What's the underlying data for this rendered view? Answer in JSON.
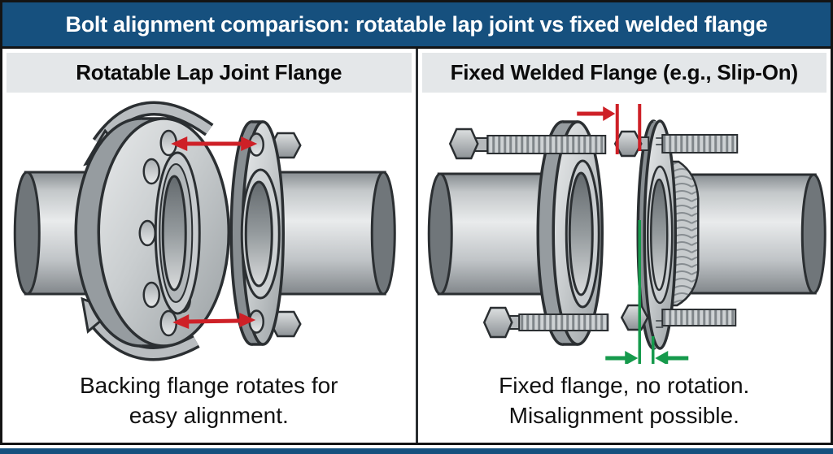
{
  "header": {
    "title": "Bolt alignment comparison: rotatable lap joint vs fixed welded flange"
  },
  "panels": {
    "left": {
      "title": "Rotatable Lap Joint Flange",
      "caption_line1": "Backing flange rotates for",
      "caption_line2": "easy alignment."
    },
    "right": {
      "title": "Fixed Welded Flange (e.g., Slip-On)",
      "caption_line1": "Fixed flange, no rotation.",
      "caption_line2": "Misalignment possible."
    }
  },
  "colors": {
    "header_bg": "#16507e",
    "panel_header_bg": "#e4e7e9",
    "outline": "#2b2f32",
    "arrow_red": "#ce2027",
    "arrow_green": "#169a4c",
    "rotation_arrow_gray": "#b9bdc0",
    "metal_light": "#e9ebec",
    "metal_mid": "#b7bcbf",
    "metal_dark": "#82878b",
    "text_dark": "#111111",
    "title_text": "#ffffff"
  }
}
